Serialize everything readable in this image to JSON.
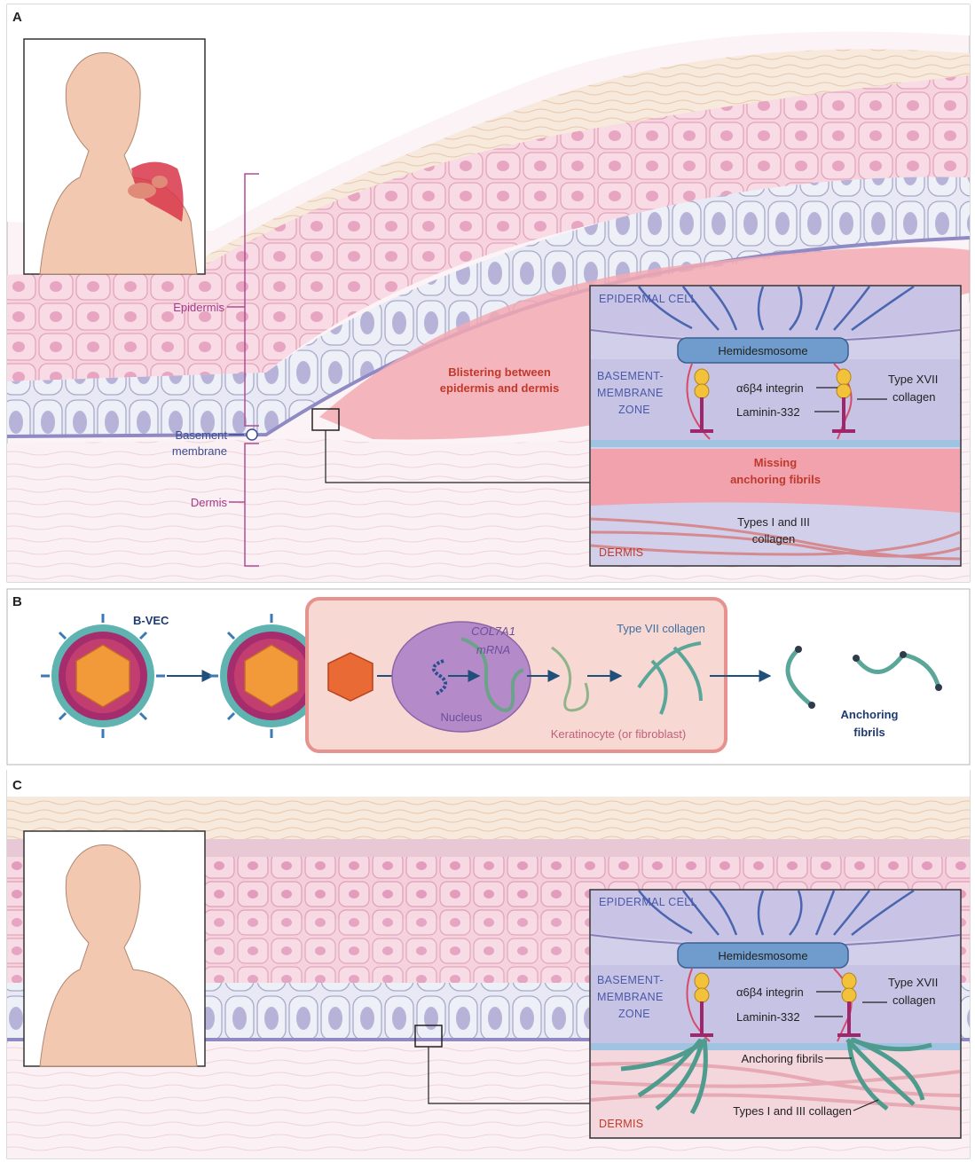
{
  "panels": {
    "a": {
      "letter": "A",
      "layers": {
        "epidermis": "Epidermis",
        "basement_line1": "Basement",
        "basement_line2": "membrane",
        "dermis": "Dermis"
      },
      "blister_line1": "Blistering between",
      "blister_line2": "epidermis and dermis",
      "inset": {
        "epidermal_cell": "EPIDERMAL CELL",
        "bmz_line1": "BASEMENT-",
        "bmz_line2": "MEMBRANE",
        "bmz_line3": "ZONE",
        "hemidesmosome": "Hemidesmosome",
        "integrin": "α6β4 integrin",
        "laminin": "Laminin-332",
        "type17_line1": "Type XVII",
        "type17_line2": "collagen",
        "missing_line1": "Missing",
        "missing_line2": "anchoring fibrils",
        "types13_line1": "Types I and III",
        "types13_line2": "collagen",
        "dermis": "DERMIS"
      }
    },
    "b": {
      "letter": "B",
      "bvec": "B-VEC",
      "mrna_line1": "COL7A1",
      "mrna_line2": "mRNA",
      "nucleus": "Nucleus",
      "type7": "Type VII collagen",
      "cell": "Keratinocyte (or fibroblast)",
      "anchoring_line1": "Anchoring",
      "anchoring_line2": "fibrils"
    },
    "c": {
      "letter": "C",
      "inset": {
        "epidermal_cell": "EPIDERMAL CELL",
        "bmz_line1": "BASEMENT-",
        "bmz_line2": "MEMBRANE",
        "bmz_line3": "ZONE",
        "hemidesmosome": "Hemidesmosome",
        "integrin": "α6β4 integrin",
        "laminin": "Laminin-332",
        "type17_line1": "Type XVII",
        "type17_line2": "collagen",
        "anchoring": "Anchoring fibrils",
        "types13": "Types I and III collagen",
        "dermis": "DERMIS"
      }
    }
  },
  "colors": {
    "epidermis_pink": "#f3c6d4",
    "basal_cell": "#dcdff2",
    "inset_bg": "#c9c6e6",
    "hemidesmosome": "#6f9ccc",
    "fibril_green": "#5aa79a",
    "magenta_label": "#a23a87",
    "red_label": "#c0392b"
  }
}
